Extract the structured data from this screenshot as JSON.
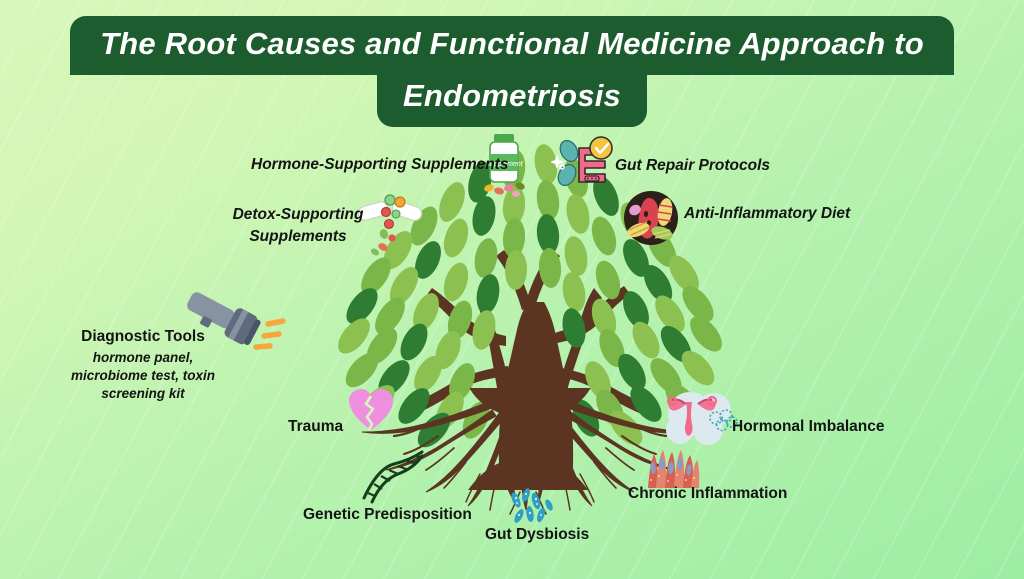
{
  "title": {
    "line1": "The Root Causes and Functional Medicine Approach to",
    "line2": "Endometriosis",
    "bg_color": "#1d5c2e",
    "text_color": "#ffffff"
  },
  "background": {
    "gradient_from": "#d9f7bb",
    "gradient_to": "#9eeda3"
  },
  "tree": {
    "trunk_color": "#5c3422",
    "leaf_colors": [
      "#8cc152",
      "#7ab648",
      "#2e7d32",
      "#1e6b2a",
      "#a5d06a"
    ],
    "root_color": "#5c3422"
  },
  "branches": [
    {
      "id": "hormone-supporting-supplements",
      "label": "Hormone-Supporting Supplements",
      "icon": "supplement-bottle-icon",
      "side": "canopy-left"
    },
    {
      "id": "detox-supporting-supplements",
      "label": "Detox-Supporting Supplements",
      "icon": "detox-capsules-icon",
      "side": "canopy-left"
    },
    {
      "id": "gut-repair-protocols",
      "label": "Gut Repair Protocols",
      "icon": "gut-repair-icon",
      "side": "canopy-right"
    },
    {
      "id": "anti-inflammatory-diet",
      "label": "Anti-Inflammatory Diet",
      "icon": "food-plate-icon",
      "side": "canopy-right"
    },
    {
      "id": "diagnostic-tools",
      "label": "Diagnostic Tools",
      "sublabel": "hormone panel, microbiome test, toxin screening kit",
      "icon": "flashlight-icon",
      "side": "left"
    }
  ],
  "roots": [
    {
      "id": "trauma",
      "label": "Trauma",
      "icon": "broken-heart-icon"
    },
    {
      "id": "genetic-predisposition",
      "label": "Genetic Predisposition",
      "icon": "dna-helix-icon"
    },
    {
      "id": "gut-dysbiosis",
      "label": "Gut Dysbiosis",
      "icon": "bacteria-icon"
    },
    {
      "id": "chronic-inflammation",
      "label": "Chronic Inflammation",
      "icon": "inflamed-tissue-icon"
    },
    {
      "id": "hormonal-imbalance",
      "label": "Hormonal Imbalance",
      "icon": "uterus-icon"
    }
  ],
  "icon_colors": {
    "bottle_body": "#ffffff",
    "bottle_label": "#5cb85c",
    "gut_pink": "#f4688a",
    "gut_teal": "#5bb3ad",
    "check_yellow": "#f5c342",
    "plate_dark": "#2b2119",
    "flashlight_gray": "#7f8a99",
    "flashlight_ray": "#f5a93c",
    "heart_pink": "#ef8fe0",
    "dna_dark": "#173d1c",
    "bacteria_teal": "#2f9fc4",
    "uterus_pink": "#f4688a",
    "uterus_cloud": "#dce9ef",
    "tissue_red": "#d8604f"
  }
}
